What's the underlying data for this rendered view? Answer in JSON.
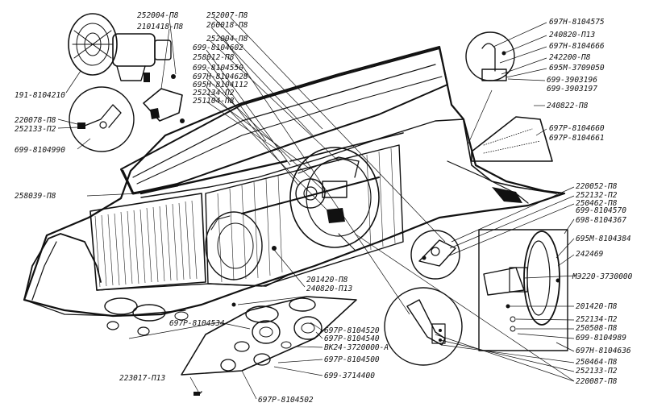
{
  "diagram": {
    "labels": [
      "252004-П8",
      "2101418-П8",
      "191-8104210",
      "220078-П8",
      "252133-П2",
      "699-8104990",
      "252007-П8",
      "260018-П8",
      "252004-П8",
      "699-8104602",
      "258012-П8",
      "699-8104550",
      "697Н-8104628",
      "695Н-8104112",
      "252134-П2",
      "251104-П8",
      "697Н-8104575",
      "240820-П13",
      "697Н-8104666",
      "242200-П8",
      "695М-3709050",
      "699-3903196",
      "699-3903197",
      "240822-П8",
      "697Р-8104660",
      "697Р-8104661",
      "258039-П8",
      "220052-П8",
      "252132-П2",
      "250462-П8",
      "699-8104570",
      "698-8104367",
      "695М-8104384",
      "242469",
      "МЭ220-3730000",
      "201420-П8",
      "252134-П2",
      "250508-П8",
      "699-8104989",
      "697Н-8104636",
      "250464-П8",
      "252133-П2",
      "220087-П8",
      "201420-П8",
      "240820-П13",
      "697Р-8104534",
      "697Р-8104520",
      "697Р-8104540",
      "ВК24-3720000-А",
      "697Р-8104500",
      "699-3714400",
      "223017-П13",
      "697Р-8104502"
    ]
  }
}
